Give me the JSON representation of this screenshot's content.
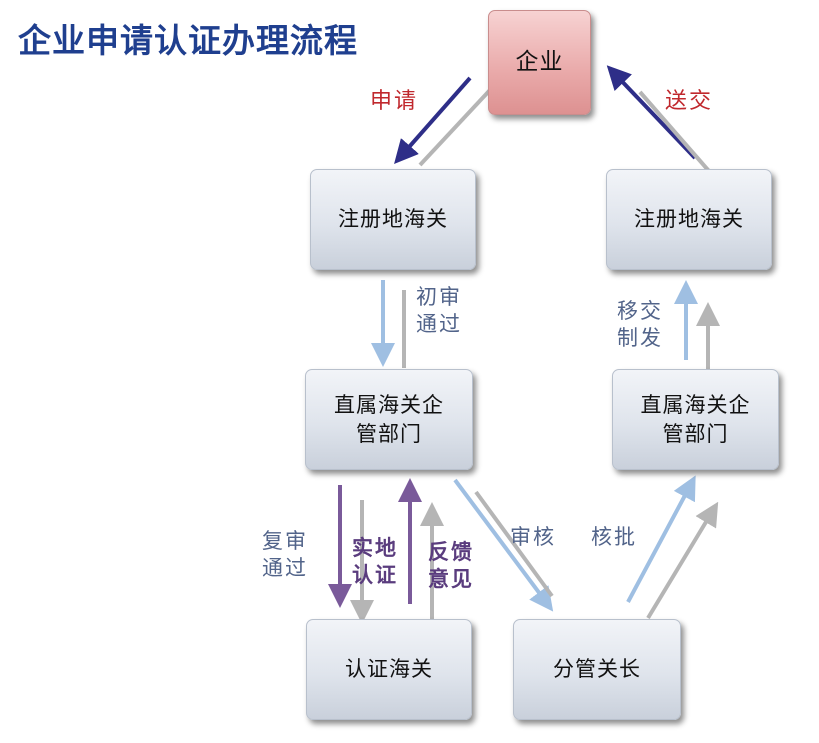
{
  "title": "企业申请认证办理流程",
  "nodes": {
    "company": "企业",
    "register_customs_left": "注册地海关",
    "register_customs_right": "注册地海关",
    "direct_customs_left": [
      "直属海关企",
      "管部门"
    ],
    "direct_customs_right": [
      "直属海关企",
      "管部门"
    ],
    "cert_customs": "认证海关",
    "chief": "分管关长"
  },
  "labels": {
    "apply": "申请",
    "deliver": "送交",
    "initial_review": "初审\n通过",
    "transfer": "移交\n制发",
    "re_review": "复审\n通过",
    "onsite": "实地\n认证",
    "feedback": "反馈\n意见",
    "review": "审核",
    "approve": "核批"
  },
  "colors": {
    "title": "#1f3f8f",
    "arrow_dark_blue": "#2e2e88",
    "arrow_light_blue": "#9fbfe2",
    "arrow_gray": "#b5b5b5",
    "arrow_purple": "#7a5a9a",
    "label_red": "#c0282d",
    "label_blue": "#52648a",
    "label_purple": "#5a3c7e"
  }
}
